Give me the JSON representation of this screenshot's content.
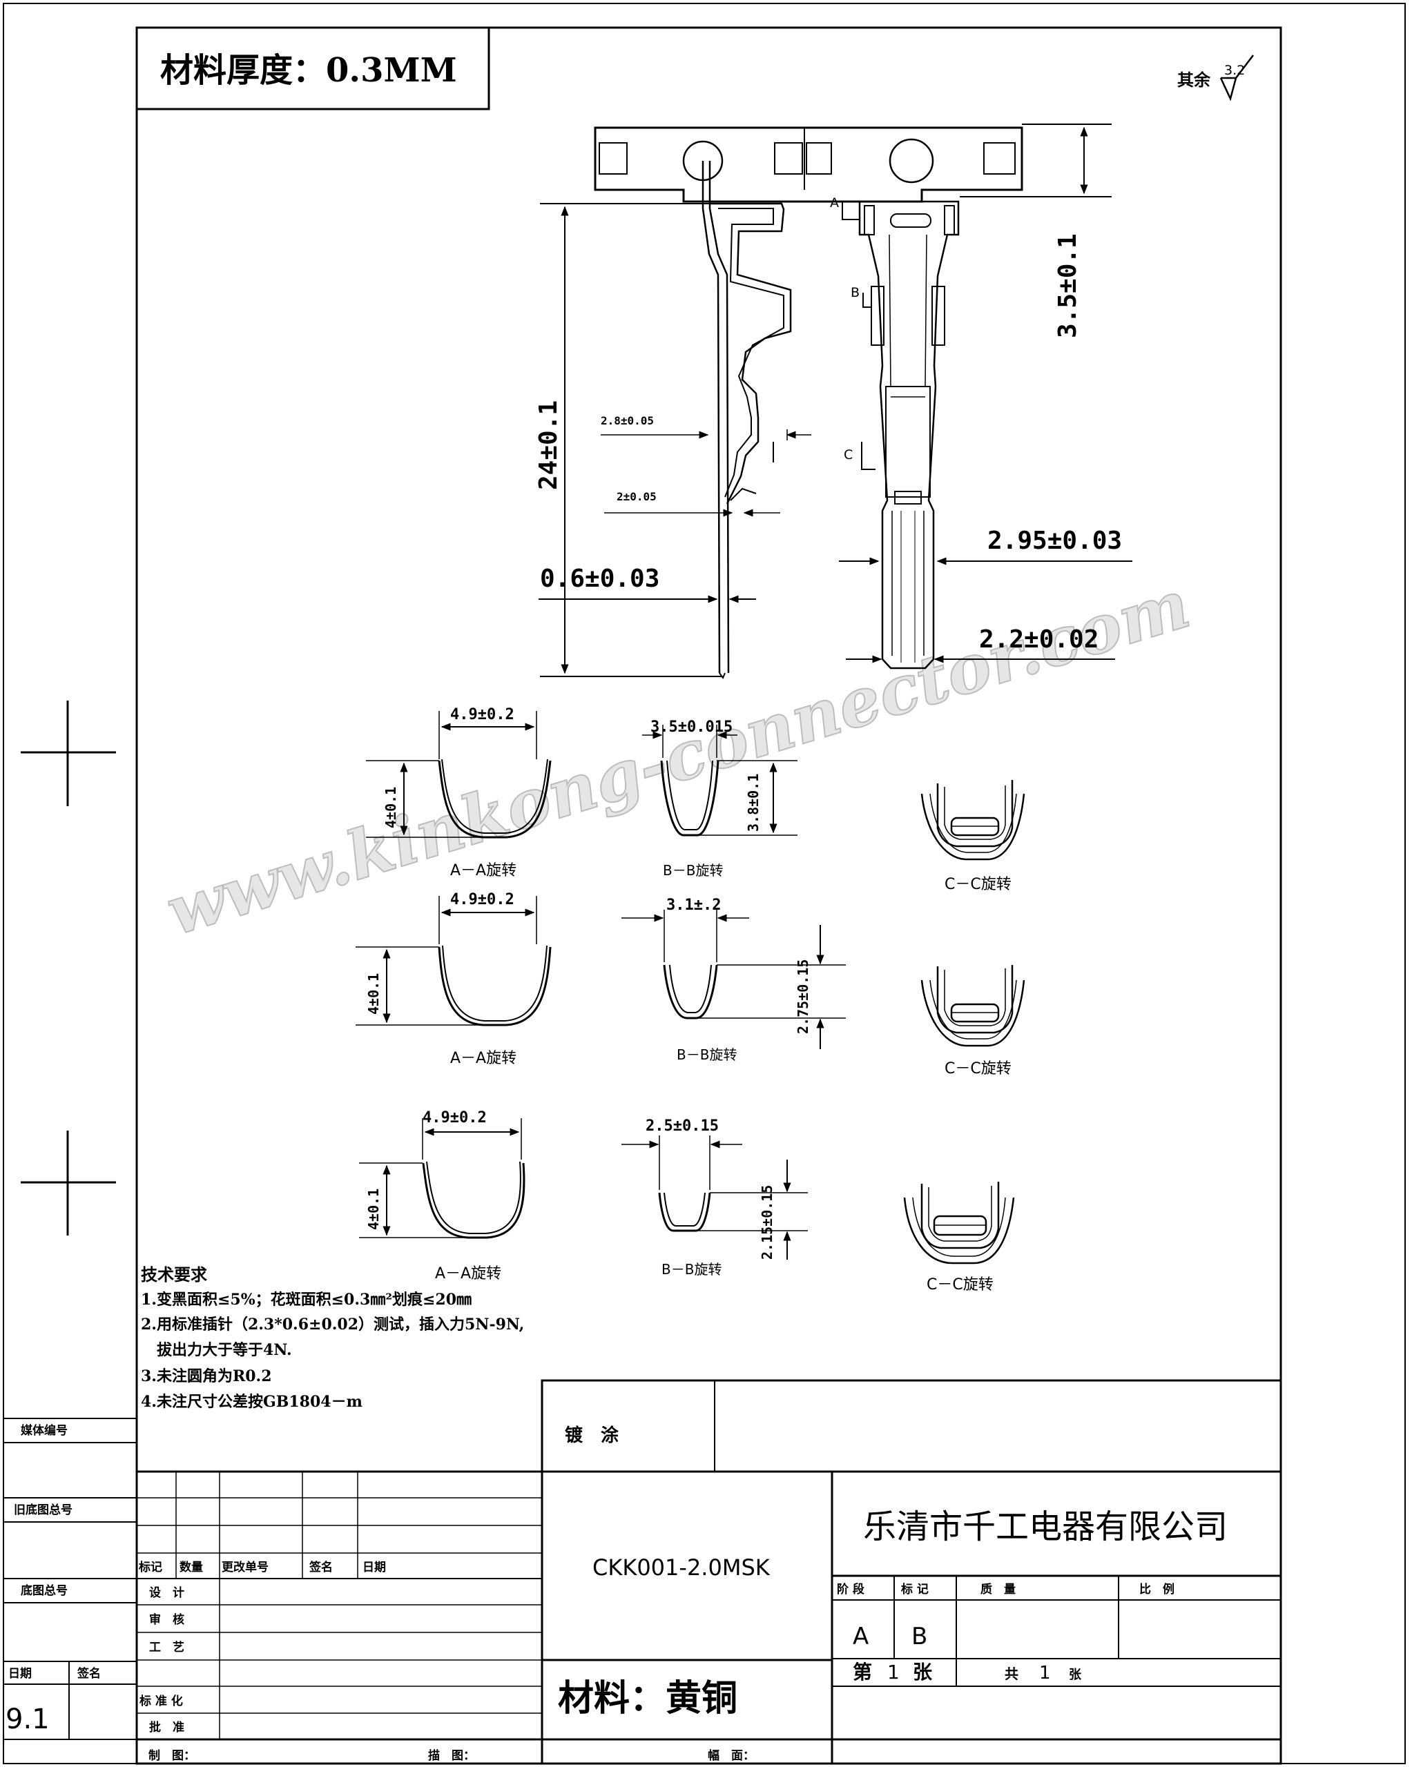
{
  "header": {
    "material_thickness": "材料厚度：0.3MM",
    "roughness_label": "其余",
    "roughness_value": "3.2"
  },
  "dimensions": {
    "d_24": "24±0.1",
    "d_3_5": "3.5±0.1",
    "d_2_8": "2.8±0.05",
    "d_2": "2±0.05",
    "d_0_6": "0.6±0.03",
    "d_2_95": "2.95±0.03",
    "d_2_2": "2.2±0.02",
    "mark_a": "A",
    "mark_b": "B",
    "mark_c": "C"
  },
  "sections": [
    {
      "aa_width": "4.9±0.2",
      "aa_height": "4±0.1",
      "aa_label": "A－A旋转",
      "bb_width": "3.5±0.015",
      "bb_height": "3.8±0.1",
      "bb_label": "B－B旋转",
      "cc_label": "C－C旋转"
    },
    {
      "aa_width": "4.9±0.2",
      "aa_height": "4±0.1",
      "aa_label": "A－A旋转",
      "bb_width": "3.1±.2",
      "bb_height": "2.75±0.15",
      "bb_label": "B－B旋转",
      "cc_label": "C－C旋转"
    },
    {
      "aa_width": "4.9±0.2",
      "aa_height": "4±0.1",
      "aa_label": "A－A旋转",
      "bb_width": "2.5±0.15",
      "bb_height": "2.15±0.15",
      "bb_label": "B－B旋转",
      "cc_label": "C－C旋转"
    }
  ],
  "watermark": "www.kinkong-connector.com",
  "tech_requirements": {
    "title": "技术要求",
    "items": [
      "1.变黑面积≤5%；花斑面积≤0.3㎜²划痕≤20㎜",
      "2.用标准插针（2.3*0.6±0.02）测试，插入力5N-9N,",
      "   拔出力大于等于4N.",
      "3.未注圆角为R0.2",
      "4.未注尺寸公差按GB1804－m"
    ]
  },
  "title_block": {
    "media_no": "媒体编号",
    "old_base_no": "旧底图总号",
    "base_no": "底图总号",
    "date": "日期",
    "signature": "签名",
    "date_value": "9.1",
    "rev_headers": [
      "标记",
      "数量",
      "更改单号",
      "签名",
      "日期"
    ],
    "roles": [
      "设　计",
      "审　核",
      "工　艺",
      "标 准 化",
      "批　准"
    ],
    "plating_label": "镀　涂",
    "part_no": "CKK001-2.0MSK",
    "company": "乐清市千工电器有限公司",
    "stage_headers": [
      "阶 段",
      "标 记",
      "质　量",
      "比　例"
    ],
    "stage_a": "A",
    "stage_b": "B",
    "material": "材料：黄铜",
    "sheet_label": "第",
    "sheet_no": "1",
    "sheet_unit": "张",
    "total_label": "共",
    "total_no": "1",
    "total_unit": "张",
    "footer": [
      "制　图：",
      "描　图：",
      "幅　面："
    ]
  }
}
